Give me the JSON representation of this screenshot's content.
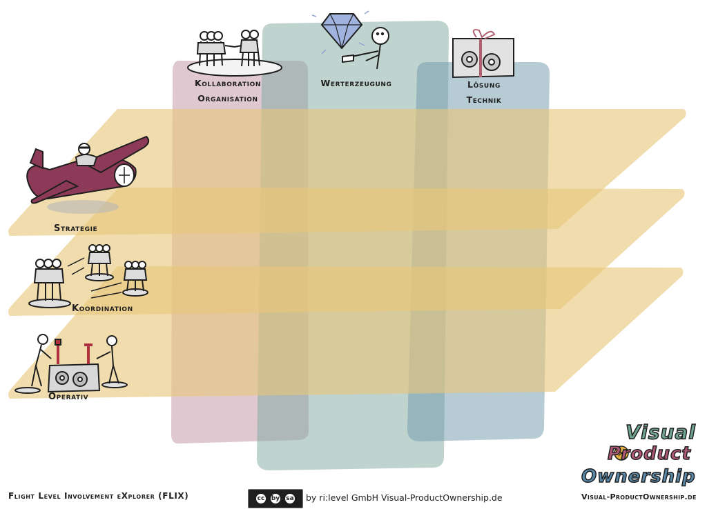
{
  "title": "Flight Level Involvement eXplorer (FLIX)",
  "columns": [
    {
      "id": "kollaboration",
      "lines": [
        "Kollaboration",
        "Organisation"
      ],
      "color": "#b98496",
      "icon": "people-handshake-icon"
    },
    {
      "id": "werterzeugung",
      "lines": [
        "Werterzeugung"
      ],
      "color": "#7fa7a0",
      "icon": "diamond-icon"
    },
    {
      "id": "loesung",
      "lines": [
        "Lösung",
        "Technik"
      ],
      "color": "#6f97ab",
      "icon": "gift-gears-icon"
    }
  ],
  "levels": [
    {
      "id": "strategie",
      "label": "Strategie",
      "icon": "airplane-icon"
    },
    {
      "id": "koordination",
      "label": "Koordination",
      "icon": "teams-coordination-icon"
    },
    {
      "id": "operativ",
      "label": "Operativ",
      "icon": "workers-gears-icon"
    }
  ],
  "level_color": "#e6c77a",
  "license": {
    "badge": "cc",
    "badge_sub": "BY SA",
    "symbols": [
      "cc",
      "by",
      "sa"
    ]
  },
  "credits": "by ri:level GmbH  Visual-ProductOwnership.de",
  "logo": {
    "words": [
      "Visual",
      "Product",
      "Ownership"
    ],
    "colors": [
      "#6fa48f",
      "#b05878",
      "#5a88a8"
    ],
    "url": "Visual-ProductOwnership.de"
  }
}
